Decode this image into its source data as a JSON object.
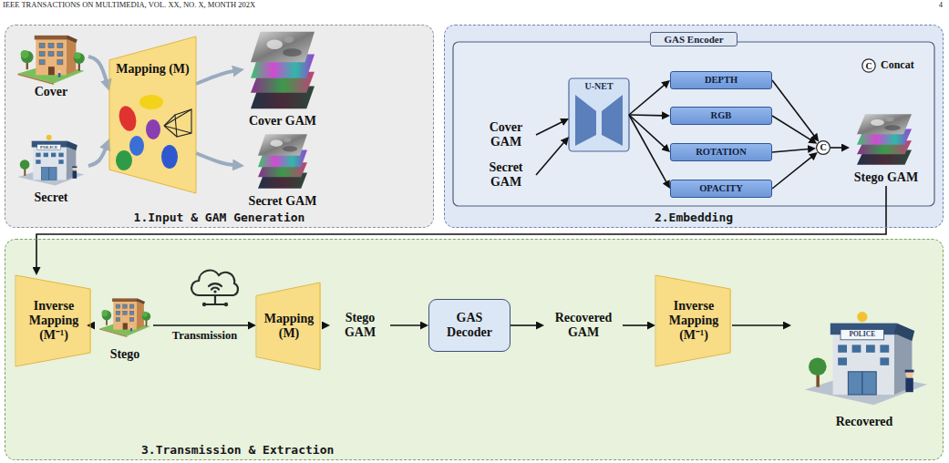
{
  "diagram": {
    "nodes": [
      {
        "text": [
          "1.Input & GAM Generation"
        ]
      },
      {
        "text": [
          "Cover"
        ],
        "in": 0
      },
      {
        "text": [
          "Secret"
        ],
        "in": 0
      },
      {
        "text": [
          "Mapping (M)"
        ],
        "in": 0
      },
      {
        "text": [
          "Cover GAM"
        ],
        "in": 0
      },
      {
        "text": [
          "Secret GAM"
        ],
        "in": 0
      },
      {
        "text": [
          "2.Embedding"
        ]
      },
      {
        "text": [
          "GAS Encoder"
        ],
        "in": 6
      },
      {
        "text": [
          "Cover GAM"
        ],
        "in": 7
      },
      {
        "text": [
          "Secret GAM"
        ],
        "in": 7
      },
      {
        "text": [
          "U-NET"
        ],
        "in": 7
      },
      {
        "text": [
          "DEPTH"
        ],
        "in": 7
      },
      {
        "text": [
          "RGB"
        ],
        "in": 7
      },
      {
        "text": [
          "ROTATION"
        ],
        "in": 7
      },
      {
        "text": [
          "OPACITY"
        ],
        "in": 7
      },
      {
        "text": [
          "C"
        ],
        "in": 7
      },
      {
        "text": [
          "Stego GAM"
        ],
        "in": 7
      },
      {
        "text": [
          "3.Transmission & Extraction"
        ]
      },
      {
        "text": [
          "Inverse Mapping (M⁻¹)"
        ],
        "in": 17
      },
      {
        "text": [
          "Stego"
        ],
        "in": 17
      },
      {
        "text": [
          "Mapping (M)"
        ],
        "in": 17
      },
      {
        "text": [
          "Stego GAM"
        ],
        "in": 17
      },
      {
        "text": [
          "GAS Decoder"
        ],
        "in": 17
      },
      {
        "text": [
          "Recovered GAM"
        ],
        "in": 17
      },
      {
        "text": [
          "Inverse Mapping (M⁻¹)"
        ],
        "in": 17
      },
      {
        "text": [
          "Recovered"
        ],
        "in": 17
      }
    ],
    "edges": [
      {
        "from": 1,
        "to": 3,
        "arrow": "to"
      },
      {
        "from": 2,
        "to": 3,
        "arrow": "to"
      },
      {
        "from": 3,
        "to": 4,
        "arrow": "to"
      },
      {
        "from": 3,
        "to": 5,
        "arrow": "to"
      },
      {
        "from": 8,
        "to": 10,
        "arrow": "to"
      },
      {
        "from": 9,
        "to": 10,
        "arrow": "to"
      },
      {
        "from": 10,
        "to": 11,
        "arrow": "to"
      },
      {
        "from": 10,
        "to": 12,
        "arrow": "to"
      },
      {
        "from": 10,
        "to": 13,
        "arrow": "to"
      },
      {
        "from": 10,
        "to": 14,
        "arrow": "to"
      },
      {
        "from": 11,
        "to": 15,
        "arrow": "to"
      },
      {
        "from": 12,
        "to": 15,
        "arrow": "to"
      },
      {
        "from": 13,
        "to": 15,
        "arrow": "to"
      },
      {
        "from": 14,
        "to": 15,
        "arrow": "to"
      },
      {
        "from": 15,
        "to": 16,
        "arrow": "to"
      },
      {
        "from": 16,
        "to": 18,
        "arrow": "to"
      },
      {
        "from": 18,
        "to": 19,
        "arrow": "to"
      },
      {
        "from": 19,
        "to": 20,
        "label": "Transmission",
        "arrow": "to"
      },
      {
        "from": 20,
        "to": 21,
        "arrow": "to"
      },
      {
        "from": 21,
        "to": 22,
        "arrow": "to"
      },
      {
        "from": 22,
        "to": 23,
        "arrow": "to"
      },
      {
        "from": 23,
        "to": 24,
        "arrow": "to"
      },
      {
        "from": 24,
        "to": 25,
        "arrow": "to"
      }
    ],
    "labels": [
      "IEEE TRANSACTIONS ON MULTIMEDIA, VOL. XX, NO. X, MONTH 202X",
      "4",
      "POLICE",
      "POLICE",
      "C"
    ],
    "legend": [
      {
        "text": "Concat"
      }
    ]
  }
}
